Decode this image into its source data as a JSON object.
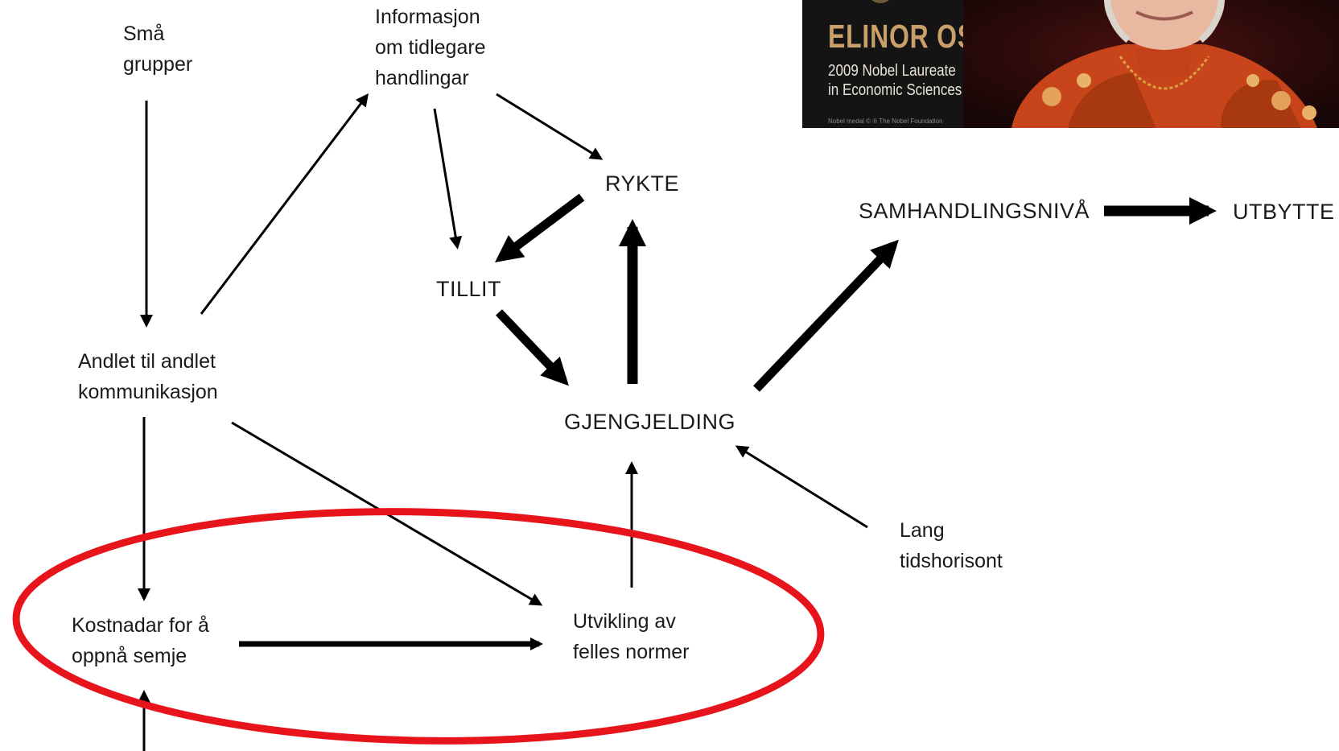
{
  "nodes": {
    "sma_grupper": [
      "Små",
      "grupper"
    ],
    "informasjon": [
      "Informasjon",
      "om tidlegare",
      "handlingar"
    ],
    "rykte": "RYKTE",
    "tillit": "TILLIT",
    "samhandlingsniva": "SAMHANDLINGSNIVÅ",
    "utbytte": "UTBYTTE",
    "andlet": [
      "Andlet til andlet",
      "kommunikasjon"
    ],
    "gjengjelding": "GJENGJELDING",
    "lang_tidshorisont": [
      "Lang",
      "tidshorisont"
    ],
    "kostnadar": [
      "Kostnadar for å",
      "oppnå semje"
    ],
    "utvikling": [
      "Utvikling av",
      "felles normer"
    ]
  },
  "banner": {
    "name": "ELINOR OSTROM",
    "subtitle": [
      "2009 Nobel Laureate",
      "in Economic Sciences"
    ],
    "credit": "Nobel medal © ® The Nobel Foundation"
  },
  "colors": {
    "arrow": "#000000",
    "highlight_ellipse": "#e8141c",
    "banner_bg": "#141414",
    "banner_name": "#c9a06a",
    "jacket": "#c8451c"
  }
}
